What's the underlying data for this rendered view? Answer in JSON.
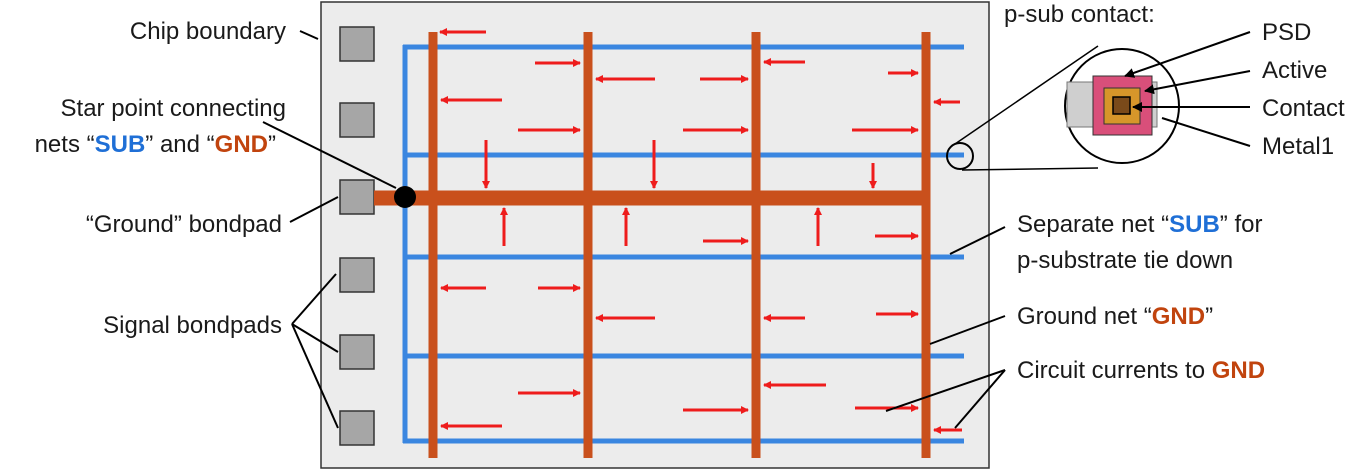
{
  "labels": {
    "chip_boundary": "Chip boundary",
    "star_point_line1": "Star point connecting",
    "star_point_line2_pre": "nets “",
    "star_point_sub": "SUB",
    "star_point_mid": "” and “",
    "star_point_gnd": "GND",
    "star_point_post": "”",
    "ground_bondpad": "“Ground” bondpad",
    "signal_bondpads": "Signal bondpads",
    "psub_contact": "p-sub contact:",
    "psd": "PSD",
    "active": "Active",
    "contact": "Contact",
    "metal1": "Metal1",
    "separate_net_pre": "Separate net “",
    "separate_net_sub": "SUB",
    "separate_net_post": "” for",
    "separate_net_line2": "p-substrate tie down",
    "ground_net_pre": "Ground net “",
    "ground_net_gnd": "GND",
    "ground_net_post": "”",
    "circuit_currents_pre": "Circuit currents to ",
    "circuit_currents_gnd": "GND"
  },
  "colors": {
    "sub_net": "#3a86e0",
    "gnd_net": "#c9501c",
    "current_arrow": "#ee1c1c",
    "chip_fill": "#ececec",
    "pad_fill": "#a6a6a6",
    "psd_fill": "#d94f7a",
    "active_fill": "#d6962a",
    "metal_fill": "#cfcfcf"
  }
}
